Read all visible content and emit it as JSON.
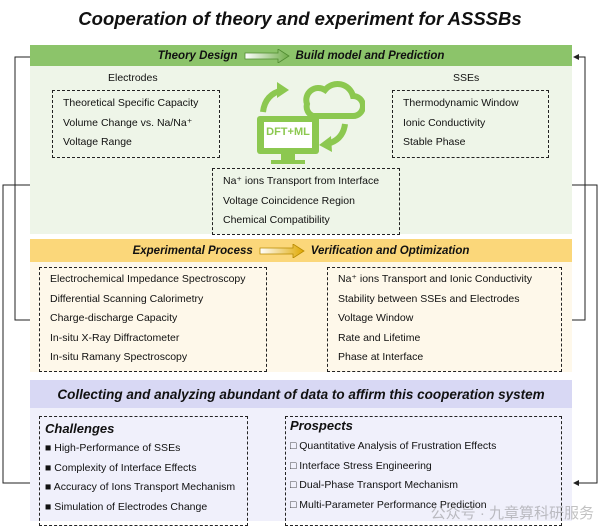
{
  "title": "Cooperation of theory and experiment for ASSSBs",
  "theory": {
    "bar_left": "Theory Design",
    "bar_right": "Build model and Prediction",
    "electrodes_label": "Electrodes",
    "electrodes_items": [
      "Theoretical Specific Capacity",
      "Volume Change vs. Na/Na⁺",
      "Voltage Range"
    ],
    "sses_label": "SSEs",
    "sses_items": [
      "Thermodynamic Window",
      "Ionic Conductivity",
      "Stable Phase"
    ],
    "icon_label": "DFT+ML",
    "center_items": [
      "Na⁺ ions Transport from Interface",
      "Voltage Coincidence Region",
      "Chemical Compatibility"
    ]
  },
  "experiment": {
    "bar_left": "Experimental Process",
    "bar_right": "Verification and Optimization",
    "left_items": [
      "Electrochemical Impedance Spectroscopy",
      "Differential Scanning Calorimetry",
      "Charge-discharge Capacity",
      "In-situ X-Ray Diffractometer",
      "In-situ Ramany Spectroscopy"
    ],
    "right_items": [
      "Na⁺ ions Transport and Ionic Conductivity",
      "Stability between SSEs and Electrodes",
      "Voltage Window",
      "Rate and Lifetime",
      "Phase at Interface"
    ]
  },
  "data": {
    "bar": "Collecting and analyzing abundant of data to affirm this cooperation system",
    "challenges_title": "Challenges",
    "challenges": [
      "High-Performance of SSEs",
      "Complexity of Interface Effects",
      "Accuracy of Ions Transport Mechanism",
      "Simulation of Electrodes Change"
    ],
    "prospects_title": "Prospects",
    "prospects": [
      "Quantitative Analysis of Frustration Effects",
      "Interface Stress Engineering",
      "Dual-Phase Transport Mechanism",
      "Multi-Parameter Performance Prediction"
    ]
  },
  "watermark": "公众号 · 九章算科研服务",
  "colors": {
    "green_bar": "#8cc46a",
    "green_panel": "#eef5e8",
    "orange_bar": "#fbd77a",
    "orange_panel": "#fef8ea",
    "purple_bar": "#d8d8f4",
    "purple_panel": "#f0f0fb",
    "icon_green": "#8cc850"
  }
}
